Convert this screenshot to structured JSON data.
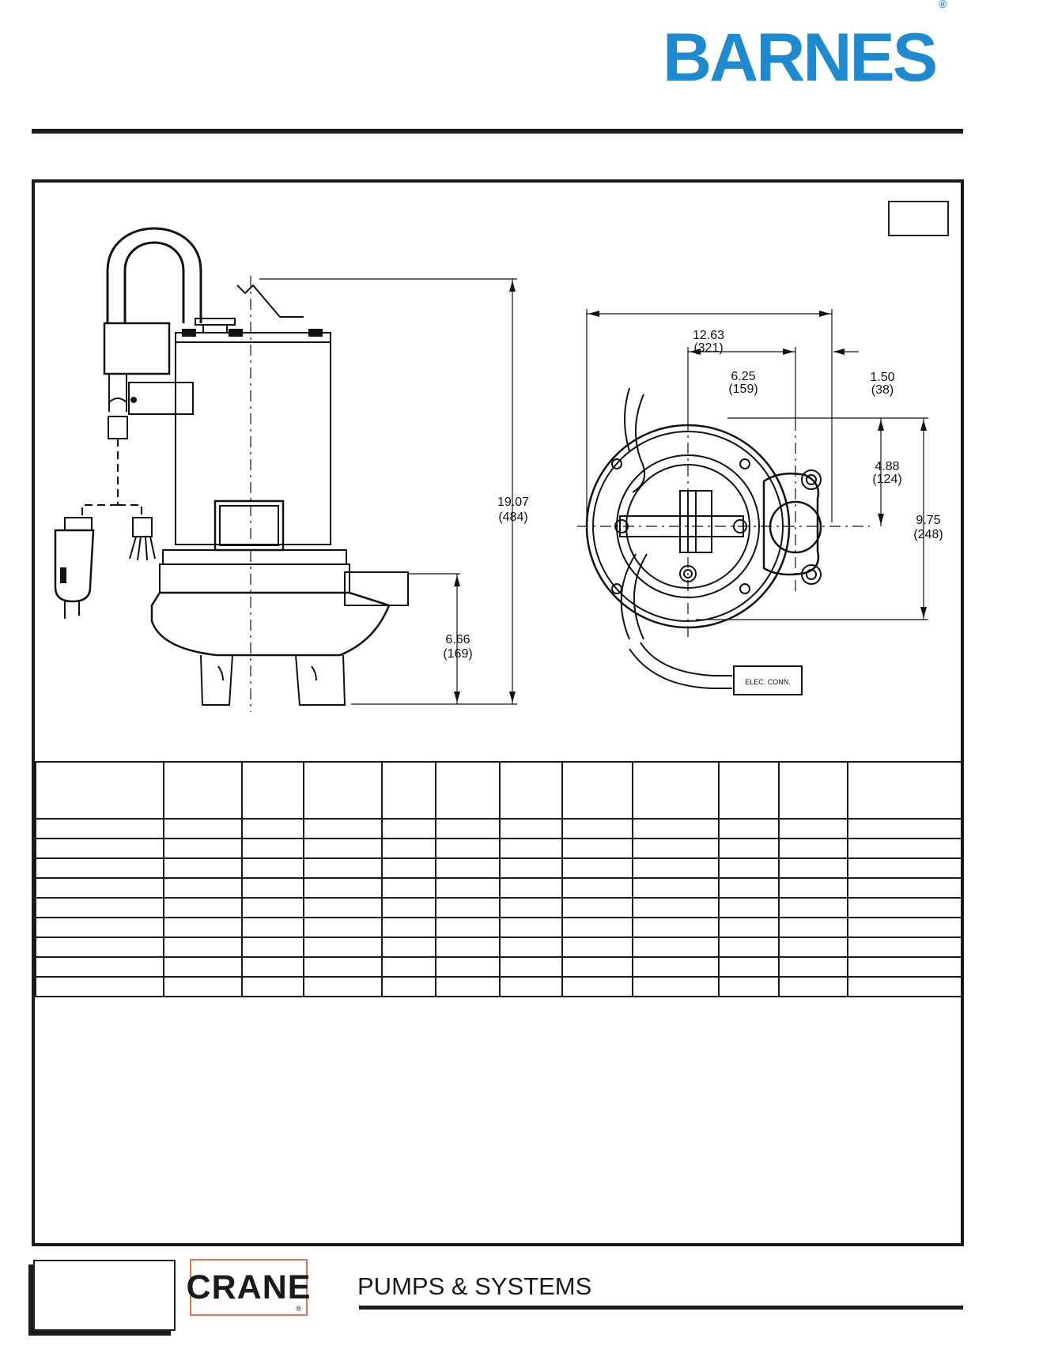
{
  "header": {
    "brand": "BARNES",
    "brand_mark": "®"
  },
  "drawing": {
    "side_view": {
      "overall_height": "19.07",
      "overall_height_mm": "(484)",
      "discharge_height": "6.66",
      "discharge_height_mm": "(169)"
    },
    "top_view": {
      "overall_width": "12.63",
      "overall_width_mm": "(321)",
      "center_to_discharge": "6.25",
      "center_to_discharge_mm": "(159)",
      "flange_offset": "1.50",
      "flange_offset_mm": "(38)",
      "discharge_offset": "4.88",
      "discharge_offset_mm": "(124)",
      "overall_depth": "9.75",
      "overall_depth_mm": "(248)",
      "cord_label": "ELEC. CONN."
    }
  },
  "table": {
    "rows": 10,
    "columns": 12
  },
  "footer": {
    "company": "CRANE",
    "company_mark": "®",
    "division": "PUMPS & SYSTEMS"
  }
}
